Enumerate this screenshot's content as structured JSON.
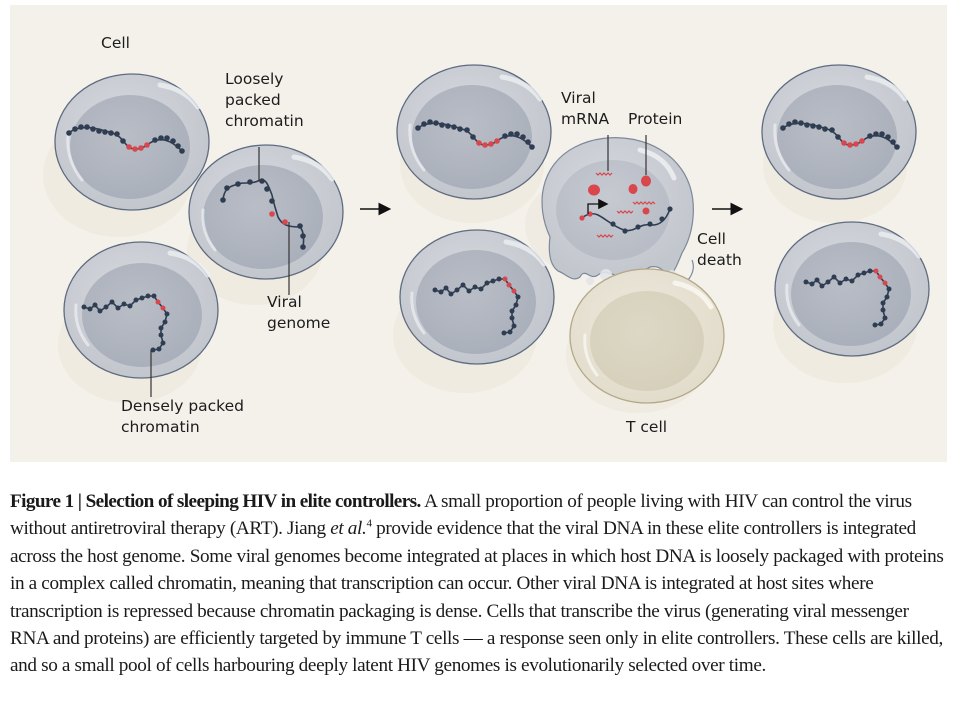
{
  "figure": {
    "labels": {
      "cell": "Cell",
      "loosely_packed": "Loosely\npacked\nchromatin",
      "viral_genome": "Viral\ngenome",
      "densely_packed": "Densely packed\nchromatin",
      "viral_mrna": "Viral\nmRNA",
      "protein": "Protein",
      "cell_death": "Cell\ndeath",
      "t_cell": "T cell"
    },
    "icons": [
      "right-arrow-icon",
      "transcription-start-arrow-icon"
    ],
    "colors": {
      "background": "#f4f1ea",
      "cell_fill": "#c9ccd3",
      "cell_outline": "#5f6b80",
      "chromatin": "#2f3d52",
      "viral": "#d9474d",
      "t_cell_fill": "#e6e1d2",
      "t_cell_outline": "#b3a88a"
    }
  },
  "caption": {
    "title": "Figure 1 | Selection of sleeping HIV in elite controllers.",
    "part1": " A small proportion of people living with HIV can control the virus without antiretroviral therapy (ART). Jiang ",
    "etal": "et al.",
    "ref": "4",
    "part2": " provide evidence that the viral DNA in these elite controllers is integrated across the host genome. Some viral genomes become integrated at places in which host DNA is loosely packaged with proteins in a complex called chromatin, meaning that transcription can occur. Other viral DNA is integrated at host sites where transcription is repressed because chromatin packaging is dense. Cells that transcribe the virus (generating viral messenger RNA and proteins) are efficiently targeted by immune T cells — a response seen only in elite controllers. These cells are killed, and so a small pool of cells harbouring deeply latent HIV genomes is evolutionarily selected over time."
  }
}
